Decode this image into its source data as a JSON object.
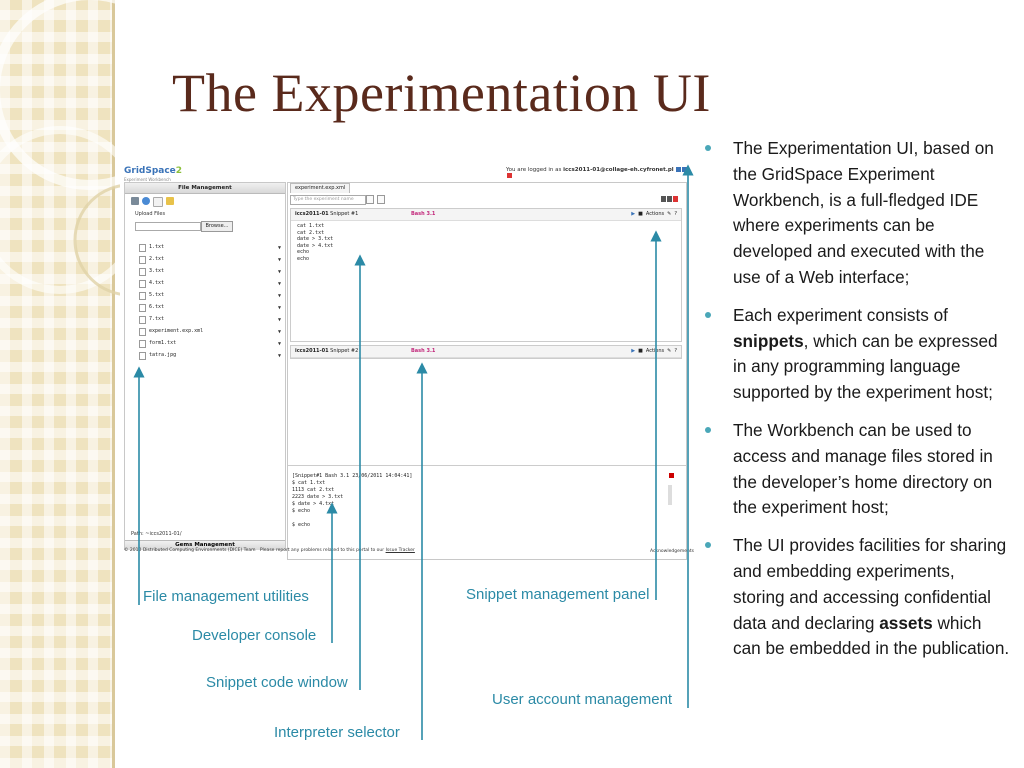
{
  "slide": {
    "title": "The Experimentation UI",
    "bullets": [
      {
        "parts": [
          {
            "text": "The Experimentation UI, based on the GridSpace Experiment Workbench, is a full-fledged IDE where experiments can be developed and executed with the use of a Web interface;",
            "bold": false
          }
        ]
      },
      {
        "parts": [
          {
            "text": "Each experiment consists of ",
            "bold": false
          },
          {
            "text": "snippets",
            "bold": true
          },
          {
            "text": ", which can be expressed in any programming language supported by the experiment host;",
            "bold": false
          }
        ]
      },
      {
        "parts": [
          {
            "text": "The Workbench can be used to access and manage files stored in the developer’s home directory on the experiment host;",
            "bold": false
          }
        ]
      },
      {
        "parts": [
          {
            "text": "The UI provides facilities for sharing and embedding experiments, storing and accessing confidential data and declaring ",
            "bold": false
          },
          {
            "text": "assets",
            "bold": true
          },
          {
            "text": " which can be embedded in the publication.",
            "bold": false
          }
        ]
      }
    ],
    "callouts": {
      "file_management": "File management utilities",
      "developer_console": "Developer console",
      "snippet_code_window": "Snippet code window",
      "interpreter_selector": "Interpreter selector",
      "snippet_management_panel": "Snippet management panel",
      "user_account_management": "User account management"
    },
    "colors": {
      "accent": "#2b8aa6",
      "title": "#5a2a1c",
      "bullet_dot": "#4aa7b8"
    }
  },
  "workbench": {
    "logo": {
      "main": "GridSpace",
      "suffix": "2",
      "sub": "Experiment Workbench"
    },
    "logged_in": {
      "prefix": "You are logged in as ",
      "user": "iccs2011-01@collage-eh.cyfronet.pl"
    },
    "file_panel": {
      "title": "File Management",
      "upload_label": "Upload Files",
      "browse_label": "Browse...",
      "files": [
        "1.txt",
        "2.txt",
        "3.txt",
        "4.txt",
        "5.txt",
        "6.txt",
        "7.txt",
        "experiment.exp.xml",
        "form1.txt",
        "tatra.jpg"
      ],
      "path": "Path: ~iccs2011-01/",
      "gems_title": "Gems Management"
    },
    "experiment": {
      "tab": "experiment.exp.xml",
      "name_placeholder": "Type the experiment name",
      "snippet1": {
        "user": "iccs2011-01",
        "name": "Snippet #1",
        "interpreter": "Bash 3.1",
        "actions": "Actions",
        "code": [
          "cat 1.txt",
          "cat 2.txt",
          "date > 3.txt",
          "date > 4.txt",
          "echo",
          "echo"
        ]
      },
      "snippet2": {
        "user": "iccs2011-01",
        "name": "Snippet #2",
        "interpreter": "Bash 3.1",
        "actions": "Actions"
      }
    },
    "console": {
      "lines": [
        "[Snippet#1 Bash 3.1 23/06/2011 14:04:41]",
        "$ cat 1.txt",
        "1113 cat 2.txt",
        "2223 date > 3.txt",
        "$ date > 4.txt",
        "$ echo",
        "",
        "$ echo"
      ]
    },
    "footer": {
      "copyright": "© 2010 Distributed Computing Environments (DICE) Team",
      "report": "Please report any problems related to this portal to our ",
      "tracker": "Issue Tracker",
      "ack": "Acknowledgements"
    }
  }
}
